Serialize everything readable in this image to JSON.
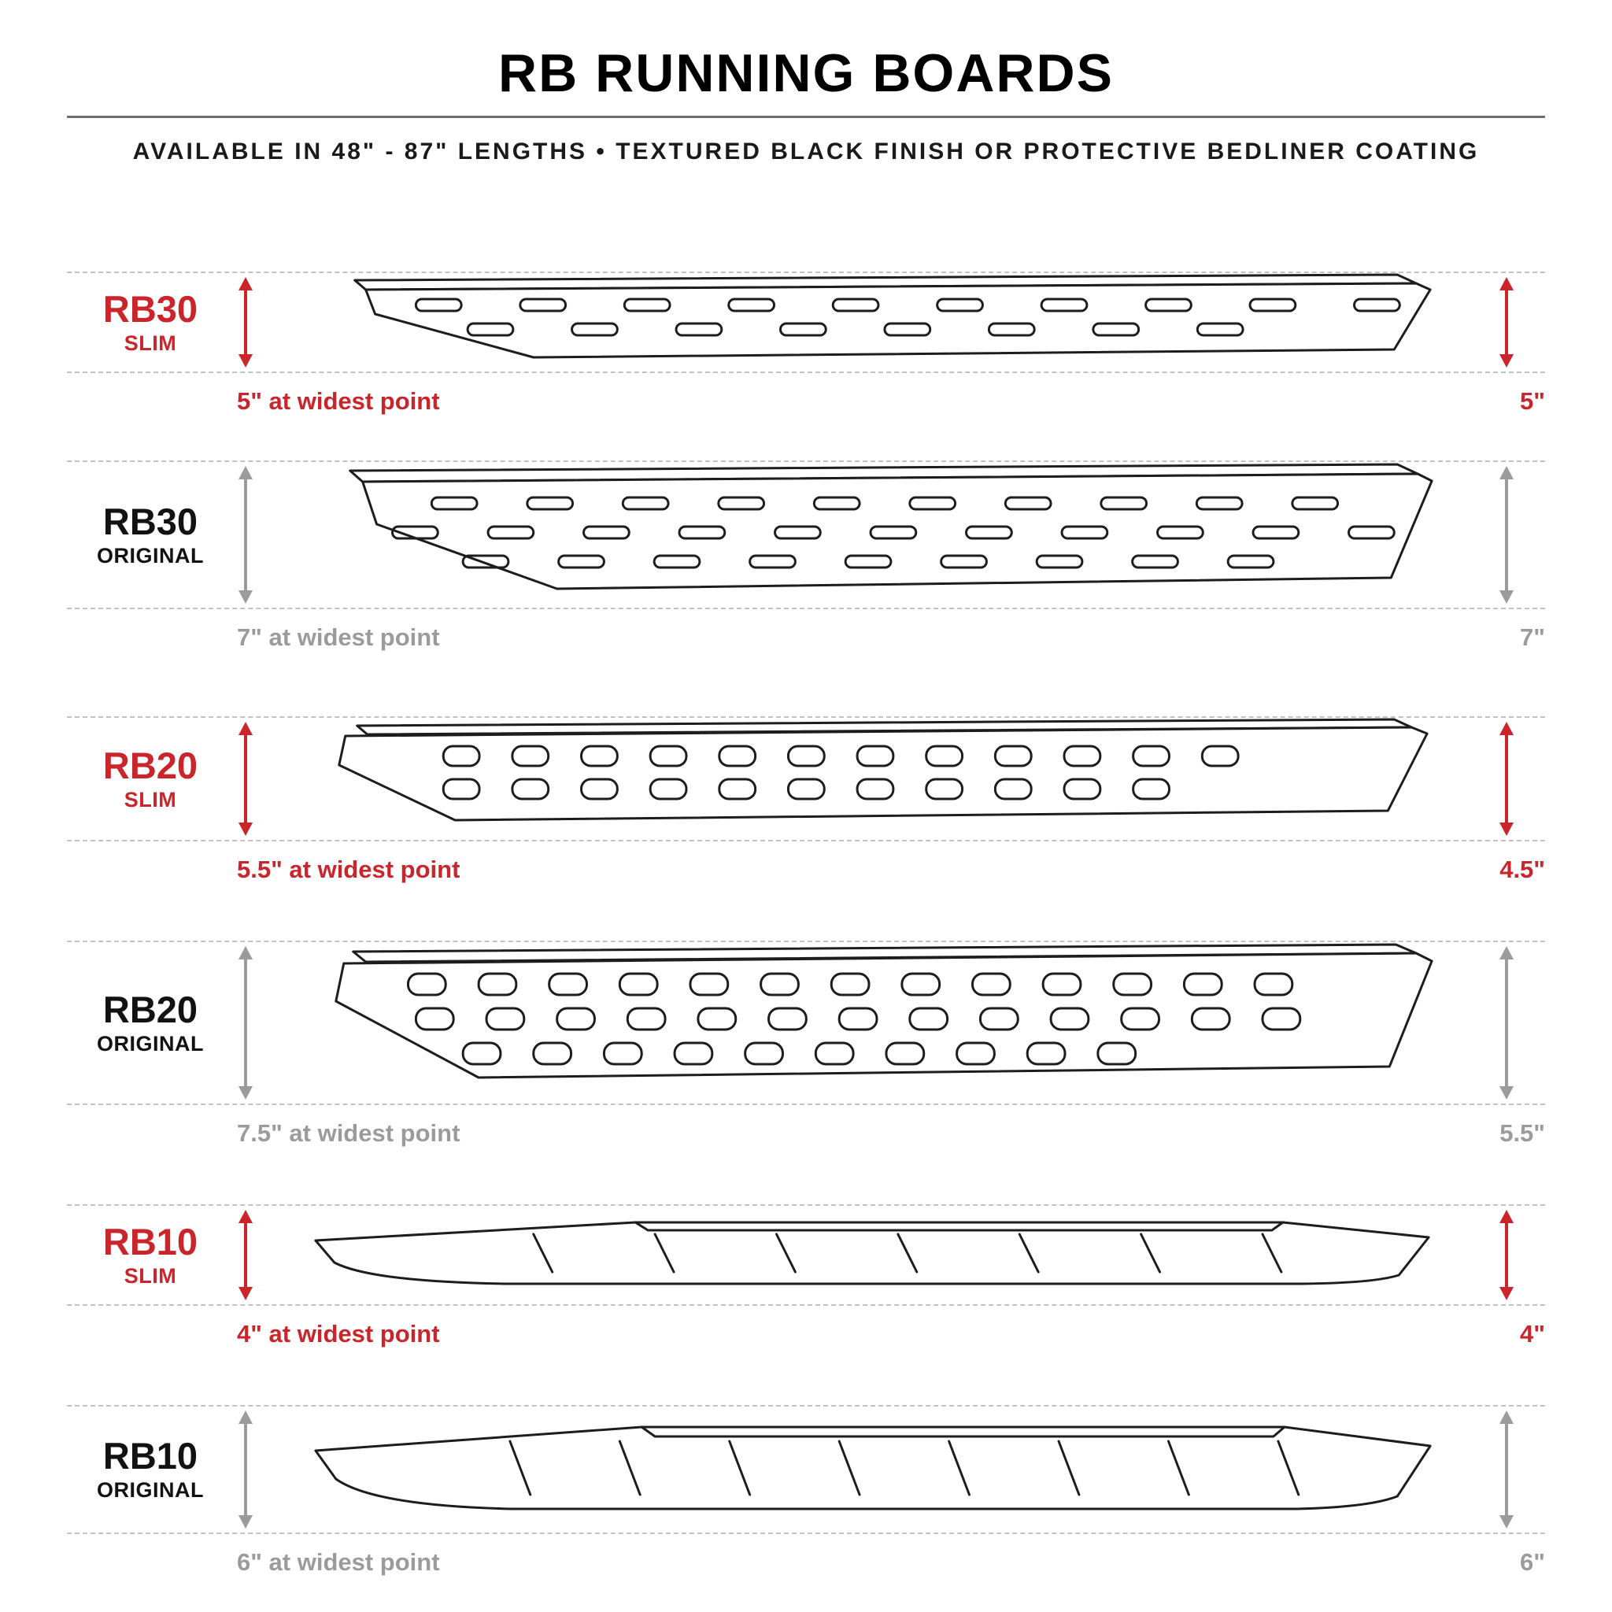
{
  "header": {
    "title": "RB RUNNING BOARDS",
    "subtitle": "AVAILABLE IN 48\" - 87\" LENGTHS  •  TEXTURED BLACK FINISH OR PROTECTIVE BEDLINER COATING"
  },
  "colors": {
    "accent_red": "#c9252b",
    "neutral_gray": "#9b9b9b",
    "line_black": "#1d1d1d",
    "dash_gray": "#c2c2c2"
  },
  "rows": [
    {
      "model": "RB30",
      "variant": "SLIM",
      "finish": "slim",
      "width_note": "5\" at widest point",
      "height_value": "5\""
    },
    {
      "model": "RB30",
      "variant": "ORIGINAL",
      "finish": "original",
      "width_note": "7\" at widest point",
      "height_value": "7\""
    },
    {
      "model": "RB20",
      "variant": "SLIM",
      "finish": "slim",
      "width_note": "5.5\" at widest point",
      "height_value": "4.5\""
    },
    {
      "model": "RB20",
      "variant": "ORIGINAL",
      "finish": "original",
      "width_note": "7.5\" at widest point",
      "height_value": "5.5\""
    },
    {
      "model": "RB10",
      "variant": "SLIM",
      "finish": "slim",
      "width_note": "4\" at widest point",
      "height_value": "4\""
    },
    {
      "model": "RB10",
      "variant": "ORIGINAL",
      "finish": "original",
      "width_note": "6\" at widest point",
      "height_value": "6\""
    }
  ]
}
